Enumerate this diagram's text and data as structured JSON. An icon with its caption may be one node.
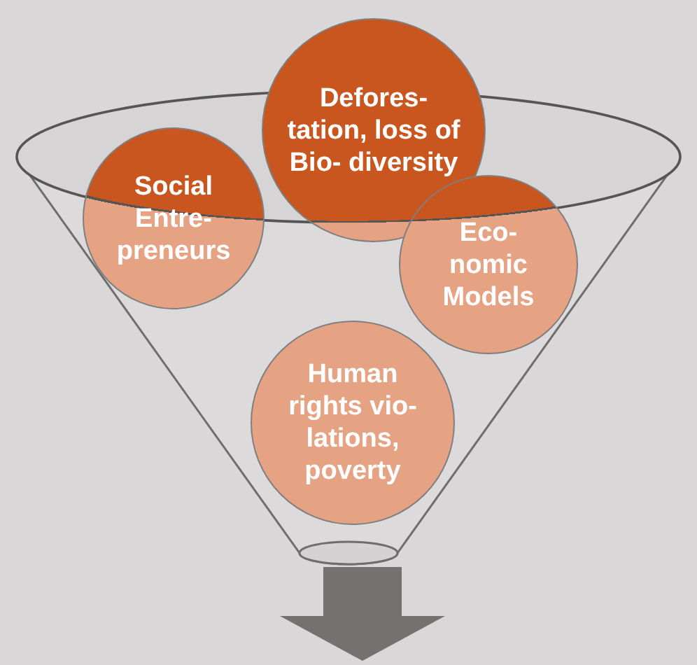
{
  "diagram": {
    "nodes": [
      {
        "text": [
          "Defores- tation, loss of Bio- diversity"
        ]
      },
      {
        "text": [
          "Social Entre- preneurs"
        ]
      },
      {
        "text": [
          "Eco- nomic Models"
        ]
      },
      {
        "text": [
          "Human rights vio- lations, poverty"
        ]
      }
    ]
  }
}
